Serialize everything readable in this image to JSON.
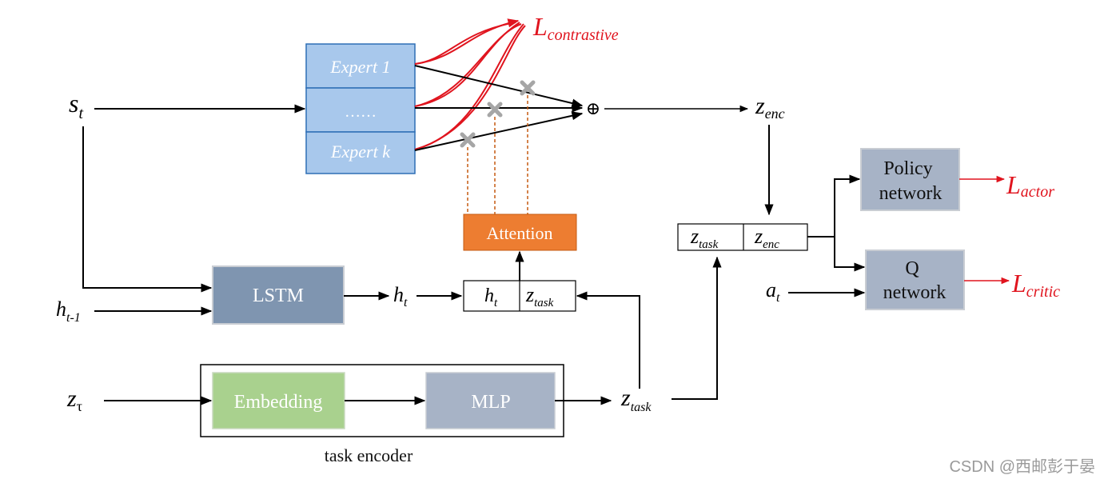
{
  "experts": {
    "expert_1": "Expert 1",
    "ellipsis": "……",
    "expert_k": "Expert k"
  },
  "boxes": {
    "lstm": "LSTM",
    "attention": "Attention",
    "embedding": "Embedding",
    "mlp": "MLP",
    "policy_line1": "Policy",
    "policy_line2": "network",
    "q_line1": "Q",
    "q_line2": "network",
    "task_encoder": "task encoder"
  },
  "math": {
    "s": "s",
    "s_sub": "t",
    "h_prev": "h",
    "h_prev_sub": "t-1",
    "z_tau": "z",
    "z_tau_sub": "τ",
    "h_t": "h",
    "h_t_sub": "t",
    "cat_h": "h",
    "cat_h_sub": "t",
    "cat_z": "z",
    "cat_z_sub": "task",
    "z_task": "z",
    "z_task_sub": "task",
    "z_enc": "z",
    "z_enc_sub": "enc",
    "cat2_ztask": "z",
    "cat2_ztask_sub": "task",
    "cat2_zenc": "z",
    "cat2_zenc_sub": "enc",
    "a": "a",
    "a_sub": "t",
    "oplus": "⊕"
  },
  "losses": {
    "contrastive": "L",
    "contrastive_sub": "contrastive",
    "actor": "L",
    "actor_sub": "actor",
    "critic": "L",
    "critic_sub": "critic"
  },
  "watermark": "CSDN @西邮彭于晏",
  "colors": {
    "expert_fill": "#a8c8ec",
    "expert_stroke": "#2e6fb5",
    "lstm_fill": "#7f95b0",
    "attention_fill": "#ed7d31",
    "embedding_fill": "#a9d18e",
    "mlp_fill": "#a7b3c6",
    "network_fill": "#a7b3c6",
    "loss_red": "#e0141e",
    "dashed_orange": "#c55a11"
  }
}
